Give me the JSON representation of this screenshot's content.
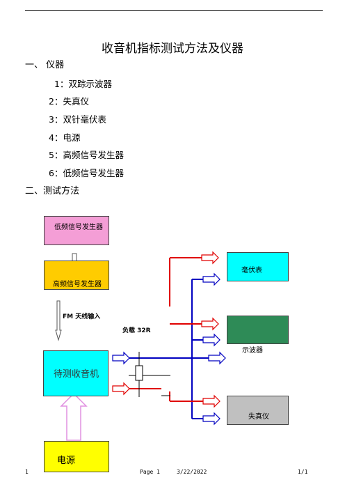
{
  "title": "收音机指标测试方法及仪器",
  "section1": {
    "heading": "一、 仪器",
    "items": [
      "1：双踪示波器",
      "2：失真仪",
      "3：双针毫伏表",
      "4：电源",
      "5：高频信号发生器",
      "6：低频信号发生器"
    ]
  },
  "section2": {
    "heading": "二、测试方法"
  },
  "diagram": {
    "low_freq_gen": "低频信号发生器",
    "high_freq_gen": "高频信号发生器",
    "fm_input": "FM 天线输入",
    "load": "负载 32R",
    "receiver": "待测收音机",
    "millivoltmeter": "毫伏表",
    "oscilloscope": "示波器",
    "distortion_meter": "失真仪",
    "power_supply": "电源",
    "colors": {
      "low_freq_gen": "#f49ed6",
      "high_freq_gen": "#ffcc00",
      "receiver": "#00ffff",
      "millivoltmeter": "#00ffff",
      "oscilloscope": "#2e8b57",
      "distortion_meter": "#c0c0c0",
      "power_supply": "#ffff00",
      "red_wire": "#e00000",
      "blue_wire": "#0000c0"
    }
  },
  "footer": {
    "left": "1",
    "page": "Page 1",
    "date": "3/22/2022",
    "right": "1/1"
  }
}
